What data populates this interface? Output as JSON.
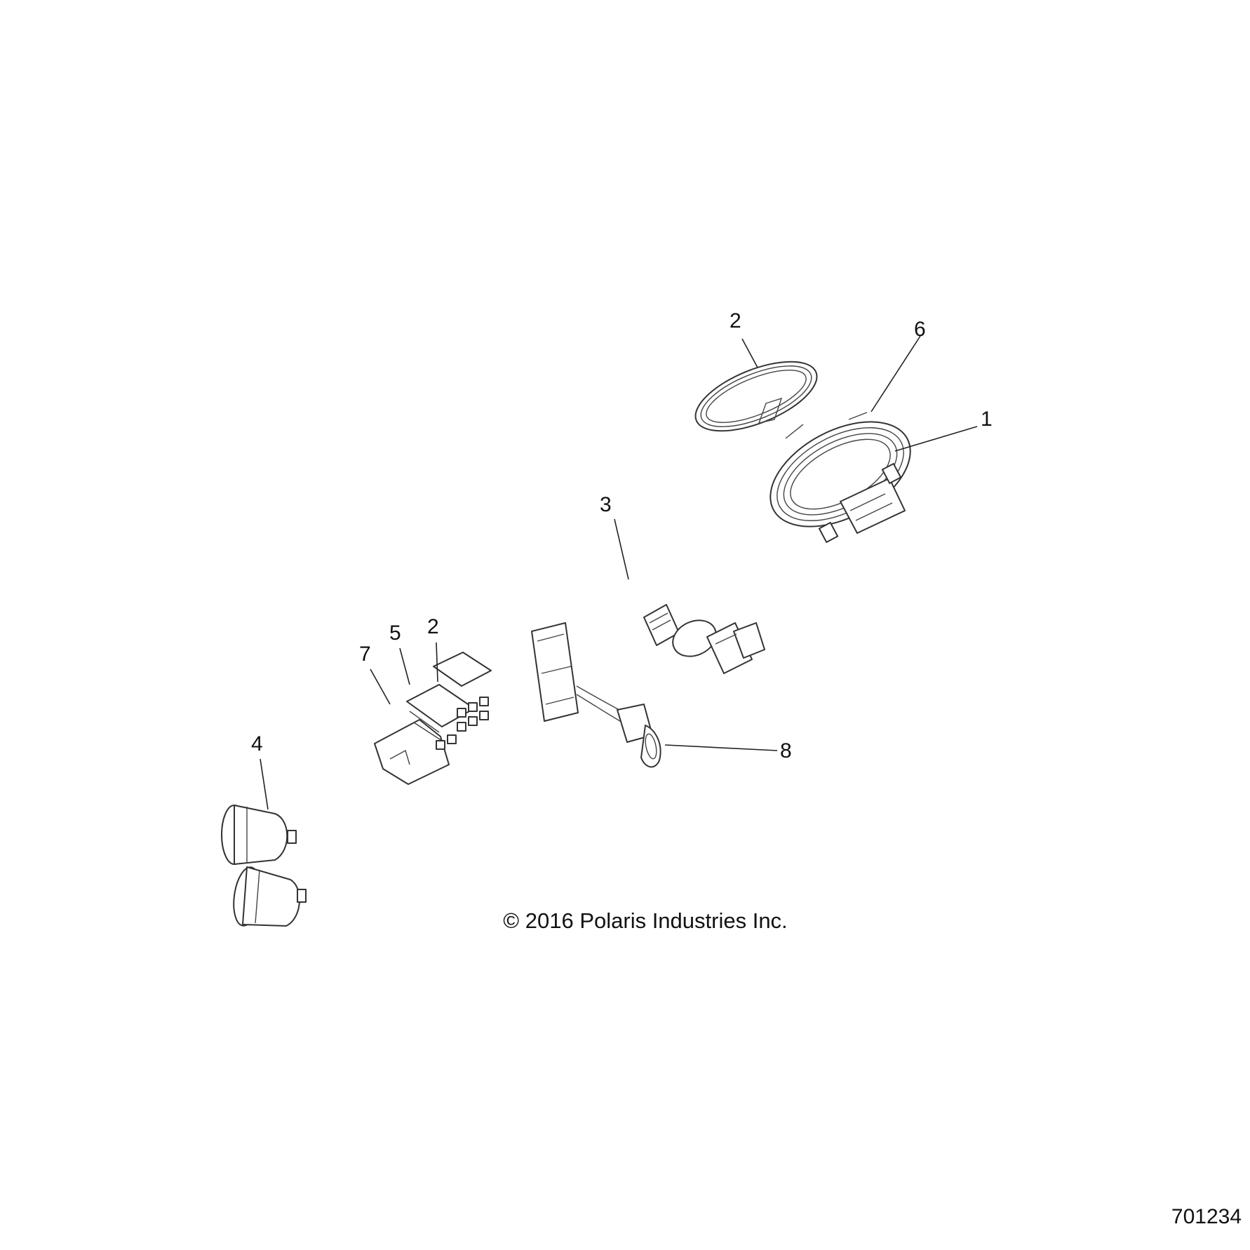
{
  "callouts": [
    {
      "id": "c1",
      "label": "1"
    },
    {
      "id": "c2a",
      "label": "2"
    },
    {
      "id": "c2b",
      "label": "2"
    },
    {
      "id": "c3",
      "label": "3"
    },
    {
      "id": "c4",
      "label": "4"
    },
    {
      "id": "c5",
      "label": "5"
    },
    {
      "id": "c6",
      "label": "6"
    },
    {
      "id": "c7",
      "label": "7"
    },
    {
      "id": "c8",
      "label": "8"
    }
  ],
  "copyright": "© 2016 Polaris Industries Inc.",
  "drawing_number": "701234"
}
